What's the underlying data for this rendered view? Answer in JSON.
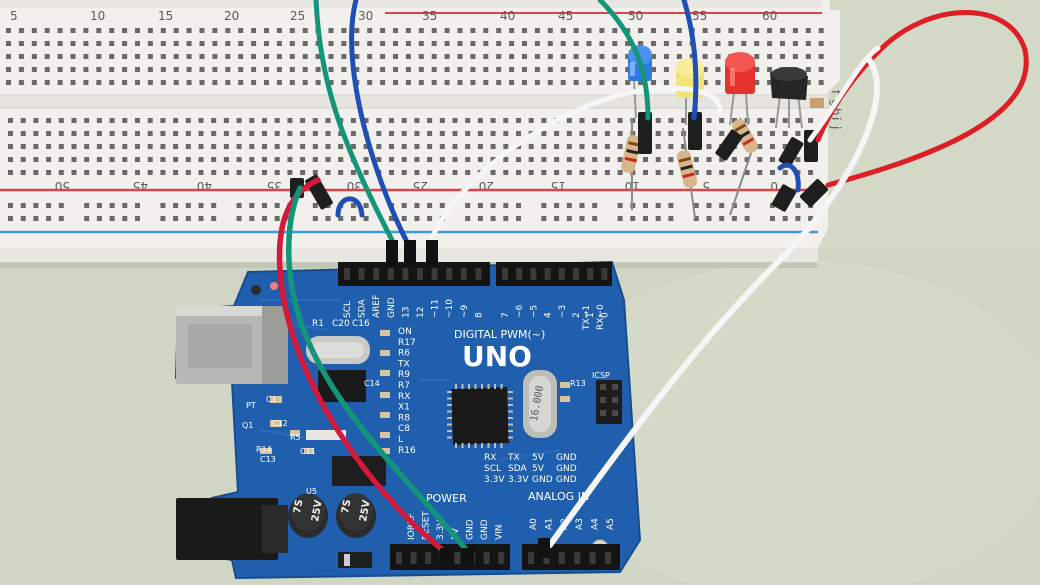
{
  "breadboard": {
    "top_numbers": [
      "5",
      "10",
      "15",
      "20",
      "25",
      "30",
      "35",
      "40",
      "45",
      "50",
      "55",
      "60"
    ],
    "bottom_numbers": [
      "50",
      "45",
      "40",
      "35",
      "30",
      "25",
      "20",
      "15",
      "10",
      "5",
      "0"
    ],
    "row_letters": [
      "f",
      "g",
      "h",
      "i",
      "j"
    ]
  },
  "arduino": {
    "model": "UNO",
    "digital_label": "DIGITAL PWM(~)",
    "tx_label": "TX→1",
    "rx_label": "RX←0",
    "power_label": "POWER",
    "analog_label": "ANALOG IN",
    "top_header_labels": [
      "SCL",
      "SDA",
      "AREF",
      "GND",
      "13",
      "12",
      "~11",
      "~10",
      "~9",
      "8",
      "7",
      "~6",
      "~5",
      "4",
      "~3",
      "2",
      "1",
      "0"
    ],
    "power_pins": [
      "IOREF",
      "RESET",
      "3.3V",
      "5V",
      "GND",
      "GND",
      "VIN"
    ],
    "analog_pins": [
      "A0",
      "A1",
      "A2",
      "A3",
      "A4",
      "A5"
    ],
    "silk_left": [
      "R1",
      "C20",
      "C16"
    ],
    "silk_column": [
      "ON",
      "R17",
      "R6",
      "TX",
      "R9",
      "R7",
      "RX",
      "X1",
      "R8",
      "C8",
      "L",
      "R16"
    ],
    "icsp_rows": [
      [
        "RX",
        "TX",
        "5V",
        "GND"
      ],
      [
        "SCL",
        "SDA",
        "5V",
        "GND"
      ],
      [
        "3.3V",
        "3.3V",
        "GND",
        "GND"
      ]
    ],
    "misc_labels": [
      "R13",
      "C14",
      "C1",
      "C12",
      "C13",
      "C11",
      "R14",
      "R5",
      "PT",
      "Q1",
      "U5",
      "ICSP"
    ],
    "crystal_text": "16.000",
    "capacitor_text": [
      "7S",
      "25V"
    ]
  }
}
